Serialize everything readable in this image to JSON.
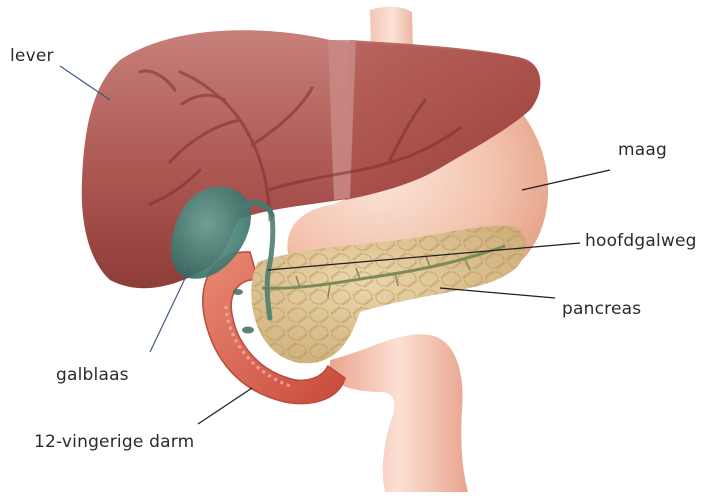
{
  "labels": {
    "liver": "lever",
    "stomach": "maag",
    "common_bile_duct": "hoofdgalweg",
    "pancreas": "pancreas",
    "gallbladder": "galblaas",
    "duodenum": "12-vingerige darm"
  },
  "colors": {
    "liver": "#a9504b",
    "stomach": "#f3c2ad",
    "pancreas": "#d9c190",
    "gallbladder": "#3f7d74",
    "duodenum": "#d9614a",
    "leader_line": "#1f1f1f",
    "liver_leader_line": "#3d5a86"
  }
}
